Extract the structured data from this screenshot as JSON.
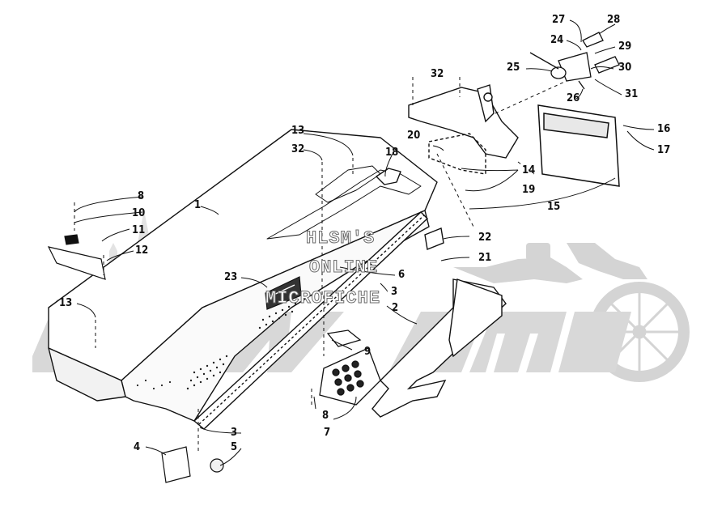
{
  "watermark": {
    "line1": "HLSM'S",
    "line2": "ONLINE",
    "line3": "MICROFICHE",
    "brand": "Kawmo",
    "color": "#d0d0d0"
  },
  "callouts": [
    "1",
    "2",
    "3",
    "3",
    "4",
    "5",
    "6",
    "7",
    "8",
    "8",
    "9",
    "10",
    "11",
    "12",
    "13",
    "13",
    "14",
    "15",
    "16",
    "17",
    "18",
    "19",
    "20",
    "21",
    "22",
    "23",
    "24",
    "25",
    "26",
    "27",
    "28",
    "29",
    "30",
    "31",
    "32",
    "32"
  ]
}
